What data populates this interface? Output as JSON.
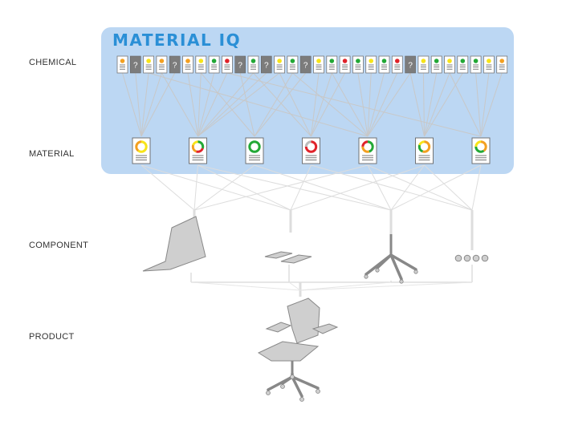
{
  "brand": {
    "title": "MATERIAL IQ",
    "panel_color": "#bcd7f3",
    "title_color": "#2a8fd6"
  },
  "rows": {
    "chemical": "CHEMICAL",
    "material": "MATERIAL",
    "component": "COMPONENT",
    "product": "PRODUCT"
  },
  "status_colors": {
    "green": "#23a836",
    "yellow": "#f7e418",
    "orange": "#f3a021",
    "red": "#e0232a",
    "gray": "#bbbbbb"
  },
  "chemicals": [
    {
      "status": "orange"
    },
    {
      "status": "unknown"
    },
    {
      "status": "yellow"
    },
    {
      "status": "orange"
    },
    {
      "status": "unknown"
    },
    {
      "status": "orange"
    },
    {
      "status": "yellow"
    },
    {
      "status": "green"
    },
    {
      "status": "red"
    },
    {
      "status": "unknown"
    },
    {
      "status": "green"
    },
    {
      "status": "unknown"
    },
    {
      "status": "yellow"
    },
    {
      "status": "green"
    },
    {
      "status": "unknown"
    },
    {
      "status": "yellow"
    },
    {
      "status": "green"
    },
    {
      "status": "red"
    },
    {
      "status": "green"
    },
    {
      "status": "yellow"
    },
    {
      "status": "green"
    },
    {
      "status": "red"
    },
    {
      "status": "unknown"
    },
    {
      "status": "yellow"
    },
    {
      "status": "green"
    },
    {
      "status": "yellow"
    },
    {
      "status": "green"
    },
    {
      "status": "green"
    },
    {
      "status": "yellow"
    },
    {
      "status": "orange"
    }
  ],
  "unknown_glyph": "?",
  "materials": [
    {
      "ring": [
        {
          "color": "yellow",
          "pct": 60
        },
        {
          "color": "orange",
          "pct": 40
        }
      ]
    },
    {
      "ring": [
        {
          "color": "green",
          "pct": 30
        },
        {
          "color": "red",
          "pct": 25
        },
        {
          "color": "orange",
          "pct": 25
        },
        {
          "color": "yellow",
          "pct": 20
        }
      ]
    },
    {
      "ring": [
        {
          "color": "green",
          "pct": 100
        }
      ]
    },
    {
      "ring": [
        {
          "color": "red",
          "pct": 75
        },
        {
          "color": "gray",
          "pct": 25
        }
      ]
    },
    {
      "ring": [
        {
          "color": "green",
          "pct": 45
        },
        {
          "color": "orange",
          "pct": 30
        },
        {
          "color": "red",
          "pct": 25
        }
      ]
    },
    {
      "ring": [
        {
          "color": "orange",
          "pct": 55
        },
        {
          "color": "green",
          "pct": 25
        },
        {
          "color": "yellow",
          "pct": 20
        }
      ]
    },
    {
      "ring": [
        {
          "color": "orange",
          "pct": 40
        },
        {
          "color": "green",
          "pct": 35
        },
        {
          "color": "yellow",
          "pct": 25
        }
      ]
    }
  ],
  "components": [
    {
      "icon": "chair-shell-icon"
    },
    {
      "icon": "armrest-pads-icon"
    },
    {
      "icon": "chair-base-icon"
    },
    {
      "icon": "more-dots-icon"
    }
  ],
  "product": {
    "icon": "office-chair-icon"
  }
}
